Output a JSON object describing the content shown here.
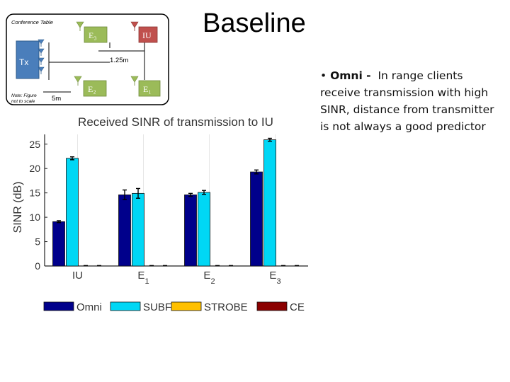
{
  "slide": {
    "title": "Baseline",
    "bullet_symbol": "•",
    "bullet_bold": "Omni -",
    "bullet_text": "In range clients receive transmission with high SINR, distance from transmitter is not always a good predictor"
  },
  "diagram": {
    "room_label": "Conference Table",
    "tx_label": "Tx",
    "nodes": [
      "E3",
      "IU",
      "E2",
      "E1"
    ],
    "node_display": [
      "E₃",
      "IU",
      "E₂",
      "E₁"
    ],
    "distance_short": "1.25m",
    "distance_long": "5m",
    "note_line1": "Note: Figure",
    "note_line2": "not to scale",
    "colors": {
      "tx": "#4a7ebb",
      "client": "#9bbb59",
      "iu": "#c0504d"
    }
  },
  "chart_data": {
    "type": "bar",
    "title": "Received SINR of transmission to IU",
    "xlabel": "",
    "ylabel": "SINR (dB)",
    "ylim": [
      0,
      27
    ],
    "yticks": [
      0,
      5,
      10,
      15,
      20,
      25
    ],
    "categories": [
      "IU",
      "E1",
      "E2",
      "E3"
    ],
    "category_display": [
      {
        "main": "IU",
        "sub": ""
      },
      {
        "main": "E",
        "sub": "1"
      },
      {
        "main": "E",
        "sub": "2"
      },
      {
        "main": "E",
        "sub": "3"
      }
    ],
    "grid": "vertical",
    "legend_placement": "bottom",
    "series": [
      {
        "name": "Omni",
        "color": "#00008b",
        "values": [
          9.1,
          14.6,
          14.6,
          19.3
        ],
        "errors": [
          0.2,
          1.0,
          0.3,
          0.4
        ]
      },
      {
        "name": "SUBF",
        "color": "#00d7f5",
        "values": [
          22.1,
          14.9,
          15.1,
          25.9
        ],
        "errors": [
          0.3,
          1.0,
          0.4,
          0.3
        ]
      },
      {
        "name": "STROBE",
        "color": "#ffc000",
        "values": [
          0,
          0,
          0,
          0
        ],
        "errors": [
          0,
          0,
          0,
          0
        ]
      },
      {
        "name": "CE",
        "color": "#8b0000",
        "values": [
          0,
          0,
          0,
          0
        ],
        "errors": [
          0,
          0,
          0,
          0
        ]
      }
    ]
  }
}
